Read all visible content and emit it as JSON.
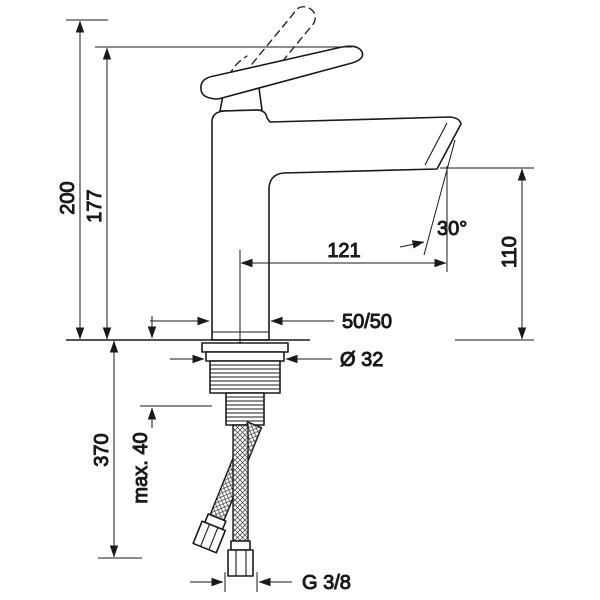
{
  "drawing": {
    "labels": {
      "total_height": "200",
      "height_to_spout": "177",
      "outlet_height": "110",
      "spout_reach": "121",
      "angle": "30°",
      "clearance": "50/50",
      "hole_diameter": "Ø 32",
      "hose_length": "370",
      "max_deck_thickness": "max. 40",
      "connection_thread": "G 3/8"
    }
  }
}
